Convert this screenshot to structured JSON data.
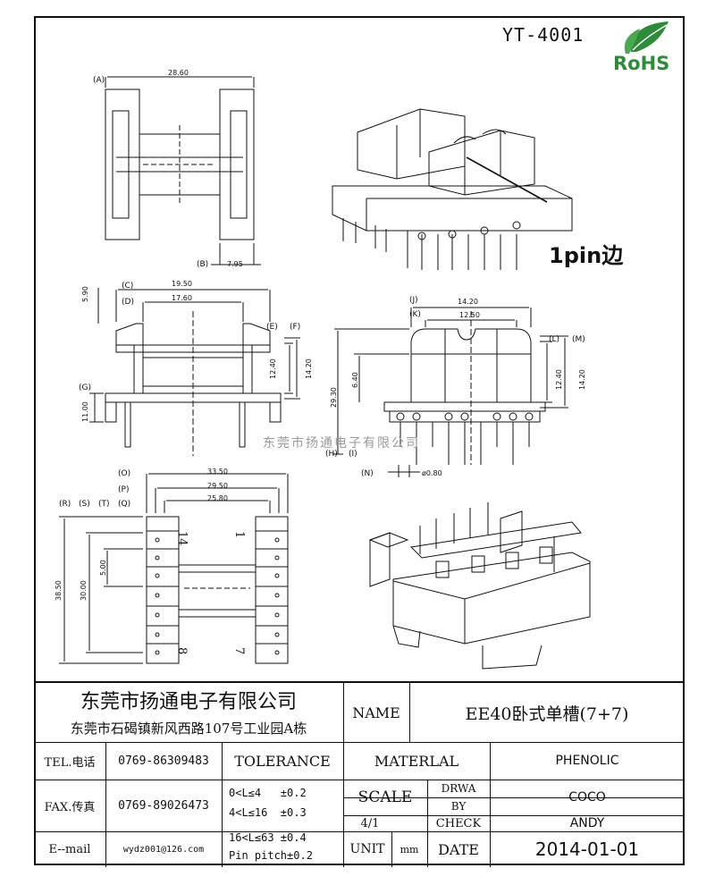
{
  "header": {
    "part_number": "YT-4001",
    "rohs_label": "RoHS"
  },
  "watermark": "东莞市扬通电子有限公司",
  "top_view": {
    "label_a": "(A)",
    "label_b": "(B)",
    "dim_a": "28.60",
    "dim_b": "7.95"
  },
  "front_view": {
    "label_c": "(C)",
    "label_d": "(D)",
    "label_e": "(E)",
    "label_f": "(F)",
    "label_g": "(G)",
    "dim_c": "19.50",
    "dim_d": "17.60",
    "dim_top": "5.90",
    "dim_e": "12.40",
    "dim_f": "14.20",
    "dim_g": "11.00"
  },
  "side_view": {
    "label_j": "(J)",
    "label_k": "(K)",
    "label_l": "(L)",
    "label_m": "(M)",
    "label_h": "(H)",
    "label_i": "(I)",
    "label_n": "(N)",
    "dim_j": "14.20",
    "dim_k": "12.50",
    "dim_l": "12.40",
    "dim_m": "14.20",
    "dim_h": "29.30",
    "dim_i": "6.40",
    "dim_n": "ø0.80"
  },
  "bottom_view": {
    "label_o": "(O)",
    "label_p": "(P)",
    "label_q": "(Q)",
    "label_r": "(R)",
    "label_s": "(S)",
    "label_t": "(T)",
    "dim_o": "33.50",
    "dim_p": "29.50",
    "dim_q": "25.80",
    "dim_r": "38.50",
    "dim_s": "30.00",
    "dim_t": "5.00",
    "pin_14": "14",
    "pin_1": "1",
    "pin_8": "8",
    "pin_7": "7"
  },
  "iso_view": {
    "callout": "1pin边"
  },
  "title_block": {
    "company": "东莞市扬通电子有限公司",
    "address": "东莞市石碣镇新风西路107号工业园A栋",
    "name_label": "NAME",
    "name_value": "EE40卧式单槽(7+7)",
    "tel_label": "TEL.电话",
    "tel_value": "0769-86309483",
    "fax_label": "FAX.传真",
    "fax_value": "0769-89026473",
    "email_label": "E--mail",
    "email_value": "wydz001@126.com",
    "tolerance_label": "TOLERANCE",
    "tol_1": "0<L≤4   ±0.2",
    "tol_2": "4<L≤16  ±0.3",
    "tol_3": "16<L≤63 ±0.4",
    "tol_4": "Pin pitch±0.2",
    "material_label": "MATERLAL",
    "material_value": "PHENOLIC",
    "scale_label": "SCALE",
    "scale_value": "4/1",
    "drawn_label_1": "DRWA",
    "drawn_label_2": "BY",
    "drawn_value": "COCO",
    "check_label": "CHECK",
    "check_value": "ANDY",
    "unit_label": "UNIT",
    "unit_value": "mm",
    "date_label": "DATE",
    "date_value": "2014-01-01"
  }
}
